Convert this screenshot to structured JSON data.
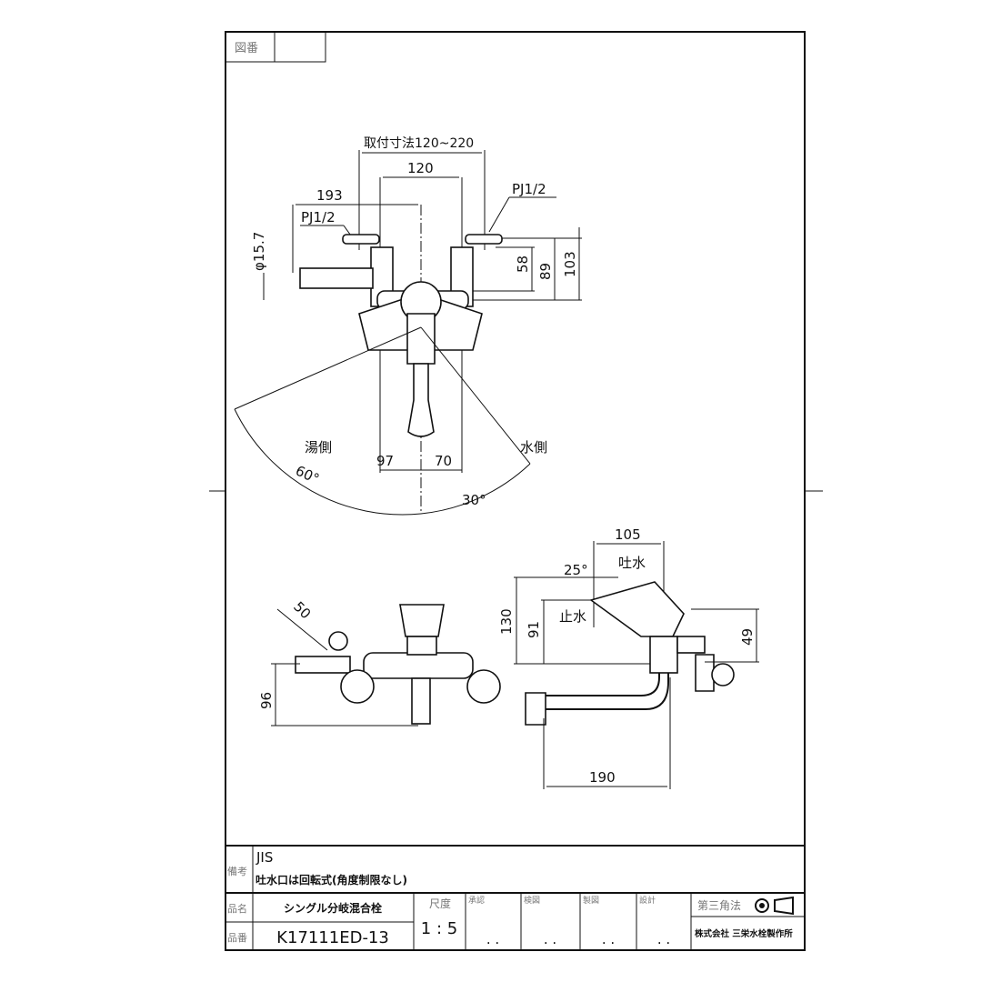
{
  "header": {
    "drawing_number_label": "図番",
    "drawing_number": ""
  },
  "top_view": {
    "mount_range": "取付寸法120~220",
    "dim_120": "120",
    "dim_193": "193",
    "pj_left": "PJ1/2",
    "pj_right": "PJ1/2",
    "dia": "φ15.7",
    "dim_58": "58",
    "dim_89": "89",
    "dim_103": "103",
    "hot_side": "湯側",
    "cold_side": "水側",
    "dim_97": "97",
    "dim_70": "70",
    "angle_60": "60°",
    "angle_30": "30°"
  },
  "front_view": {
    "dim_50": "50",
    "dim_96": "96"
  },
  "side_view": {
    "dim_105": "105",
    "angle_25": "25°",
    "spout_on": "吐水",
    "spout_off": "止水",
    "dim_130": "130",
    "dim_91": "91",
    "dim_49": "49",
    "dim_190": "190"
  },
  "title_block": {
    "remarks_label": "備考",
    "remarks_1": "JIS",
    "remarks_2": "吐水口は回転式(角度制限なし)",
    "name_label": "品名",
    "name": "シングル分岐混合栓",
    "number_label": "品番",
    "number": "K17111ED-13",
    "scale_label": "尺度",
    "scale": "1 : 5",
    "approve_label": "承認",
    "check_label": "検図",
    "draw_label": "製図",
    "design_label": "設計",
    "approve_date": ". .",
    "check_date": ". .",
    "draw_date": ". .",
    "design_date": ". .",
    "projection": "第三角法",
    "company": "株式会社 三栄水栓製作所"
  }
}
